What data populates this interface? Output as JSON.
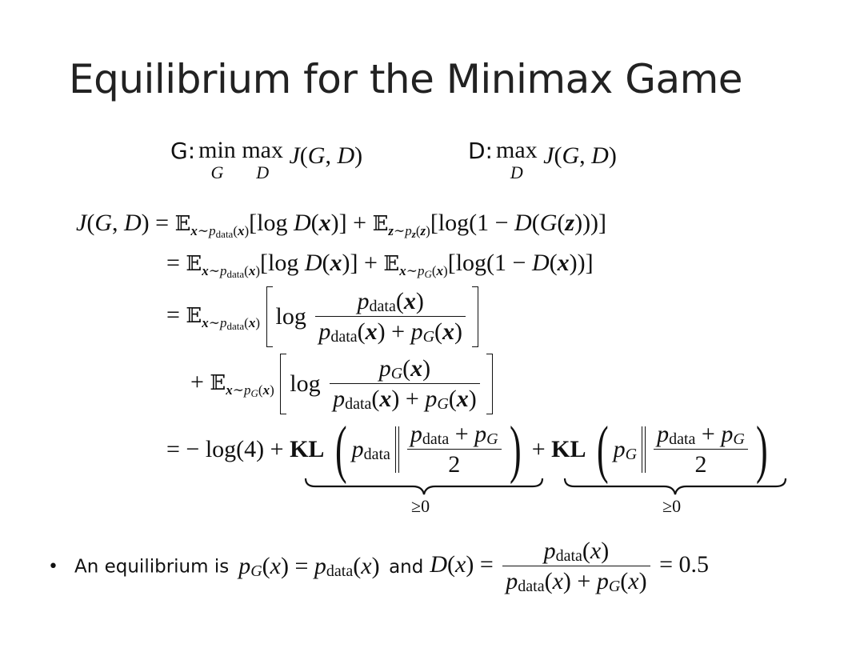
{
  "title": "Equilibrium for the Minimax Game",
  "generator": {
    "label": "G:",
    "expr": "min_G max_D J(G, D)"
  },
  "discriminator": {
    "label": "D:",
    "expr": "max_D J(G, D)"
  },
  "equation_lines": [
    "J(G, D) = E_{x~p_data(x)}[log D(x)] + E_{z~p_z(z)}[log(1 − D(G(z)))]",
    "= E_{x~p_data(x)}[log D(x)] + E_{x~p_G(x)}[log(1 − D(x))]",
    "= E_{x~p_data(x)}[log p_data(x) / (p_data(x) + p_G(x))]",
    "+ E_{x~p_G(x)}[log p_G(x) / (p_data(x) + p_G(x))]",
    "= − log(4) + KL(p_data || (p_data + p_G)/2) + KL(p_G || (p_data + p_G)/2)"
  ],
  "underbrace_labels": [
    "≥0",
    "≥0"
  ],
  "bullet": {
    "text_1": "An equilibrium is",
    "expr_1": "p_G(x) = p_data(x)",
    "text_2": "and",
    "expr_2": "D(x) = p_data(x) / (p_data(x) + p_G(x)) = 0.5"
  }
}
